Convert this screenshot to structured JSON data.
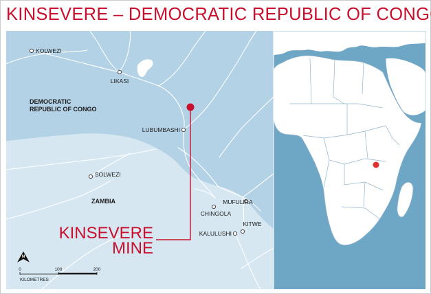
{
  "title": "KINSEVERE – DEMOCRATIC REPUBLIC OF CONGO",
  "colors": {
    "accent": "#c8102e",
    "land_light": "#d6e7f1",
    "drc_region": "#b3d2e6",
    "ocean": "#6ea6c6",
    "africa_land": "#ffffff"
  },
  "places": {
    "kolwezi": "KOLWEZI",
    "likasi": "LIKASI",
    "lubumbashi": "LUBUMBASHI",
    "solwezi": "SOLWEZI",
    "mufulira": "MUFULIRA",
    "chingola": "CHINGOLA",
    "kitwe": "KITWE",
    "kalulushi": "KALULUSHI"
  },
  "countries": {
    "drc_line1": "DEMOCRATIC",
    "drc_line2": "REPUBLIC OF CONGO",
    "zambia": "ZAMBIA"
  },
  "mine": {
    "line1": "KINSEVERE",
    "line2": "MINE"
  },
  "scale": {
    "tick0": "0",
    "tick1": "100",
    "tick2": "200",
    "unit": "KILOMETRES"
  },
  "icons": {
    "north_arrow": "north-arrow-icon"
  }
}
